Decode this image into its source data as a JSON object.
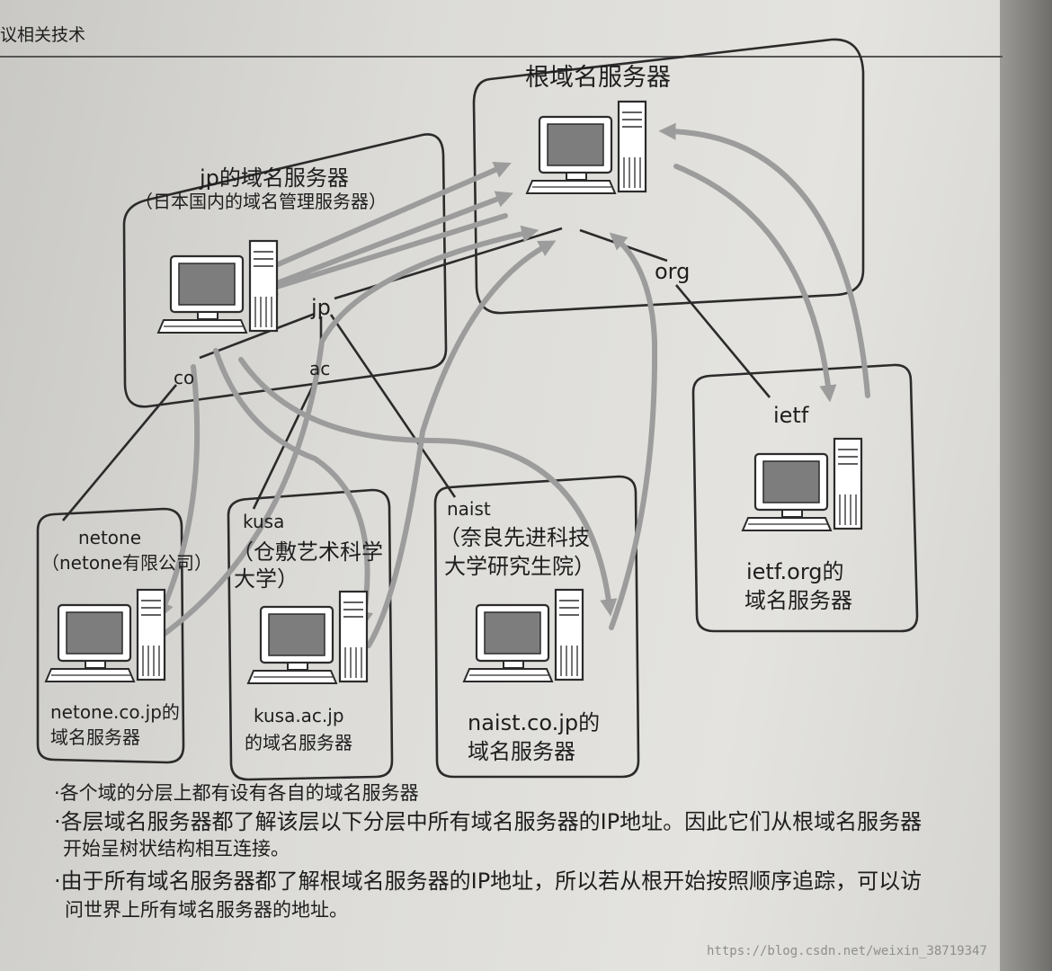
{
  "header": {
    "text": "议相关技术"
  },
  "root": {
    "title": "根域名服务器"
  },
  "jp": {
    "line1": "jp的域名服务器",
    "line2": "（日本国内的域名管理服务器）"
  },
  "edge_labels": {
    "jp": "jp",
    "co": "co",
    "ac": "ac",
    "org": "org",
    "ietf": "ietf"
  },
  "netone": {
    "name": "netone",
    "desc": "（netone有限公司）",
    "caption1": "netone.co.jp的",
    "caption2": "域名服务器"
  },
  "kusa": {
    "name": "kusa",
    "desc1": "（仓敷艺术科学",
    "desc2": "大学）",
    "caption1": "kusa.ac.jp",
    "caption2": "的域名服务器"
  },
  "naist": {
    "name": "naist",
    "desc1": "（奈良先进科技",
    "desc2": "大学研究生院）",
    "caption1": "naist.co.jp的",
    "caption2": "域名服务器"
  },
  "ietf": {
    "caption1": "ietf.org的",
    "caption2": "域名服务器"
  },
  "notes": {
    "n1": "·各个域的分层上都有设有各自的域名服务器",
    "n2a": "·各层域名服务器都了解该层以下分层中所有域名服务器的IP地址。因此它们从根域名服务器",
    "n2b": "开始呈树状结构相互连接。",
    "n3a": "·由于所有域名服务器都了解根域名服务器的IP地址，所以若从根开始按照顺序追踪，可以访",
    "n3b": "问世界上所有域名服务器的地址。"
  },
  "watermark": "https://blog.csdn.net/weixin_38719347",
  "colors": {
    "arrow": "#9c9c9c",
    "line": "#2b2b2b",
    "box": "#2b2b2b"
  }
}
